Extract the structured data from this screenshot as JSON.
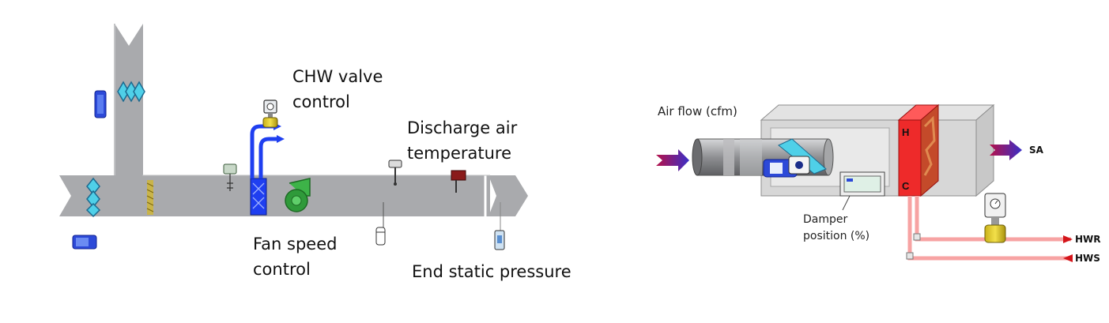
{
  "left_diagram": {
    "labels": {
      "chw_valve_line1": "CHW valve",
      "chw_valve_line2": "control",
      "discharge_line1": "Discharge air",
      "discharge_line2": "temperature",
      "fan_line1": "Fan speed",
      "fan_line2": "control",
      "end_static": "End static pressure"
    }
  },
  "right_diagram": {
    "labels": {
      "air_flow": "Air flow (cfm)",
      "damper_line1": "Damper",
      "damper_line2": "position (%)",
      "sa": "SA",
      "hwr": "HWR",
      "hws": "HWS",
      "coil_h": "H",
      "coil_c": "C"
    }
  },
  "colors": {
    "duct": "#a9aaad",
    "duct_dark": "#8c8d90",
    "chw_pipe": "#1f3ff0",
    "fan": "#2f9a3a",
    "coil_red": "#ee2a2a",
    "hot_water_pipe": "#f7a3a3",
    "arrow_start": "#b5124a",
    "arrow_end": "#3a2fc7"
  }
}
